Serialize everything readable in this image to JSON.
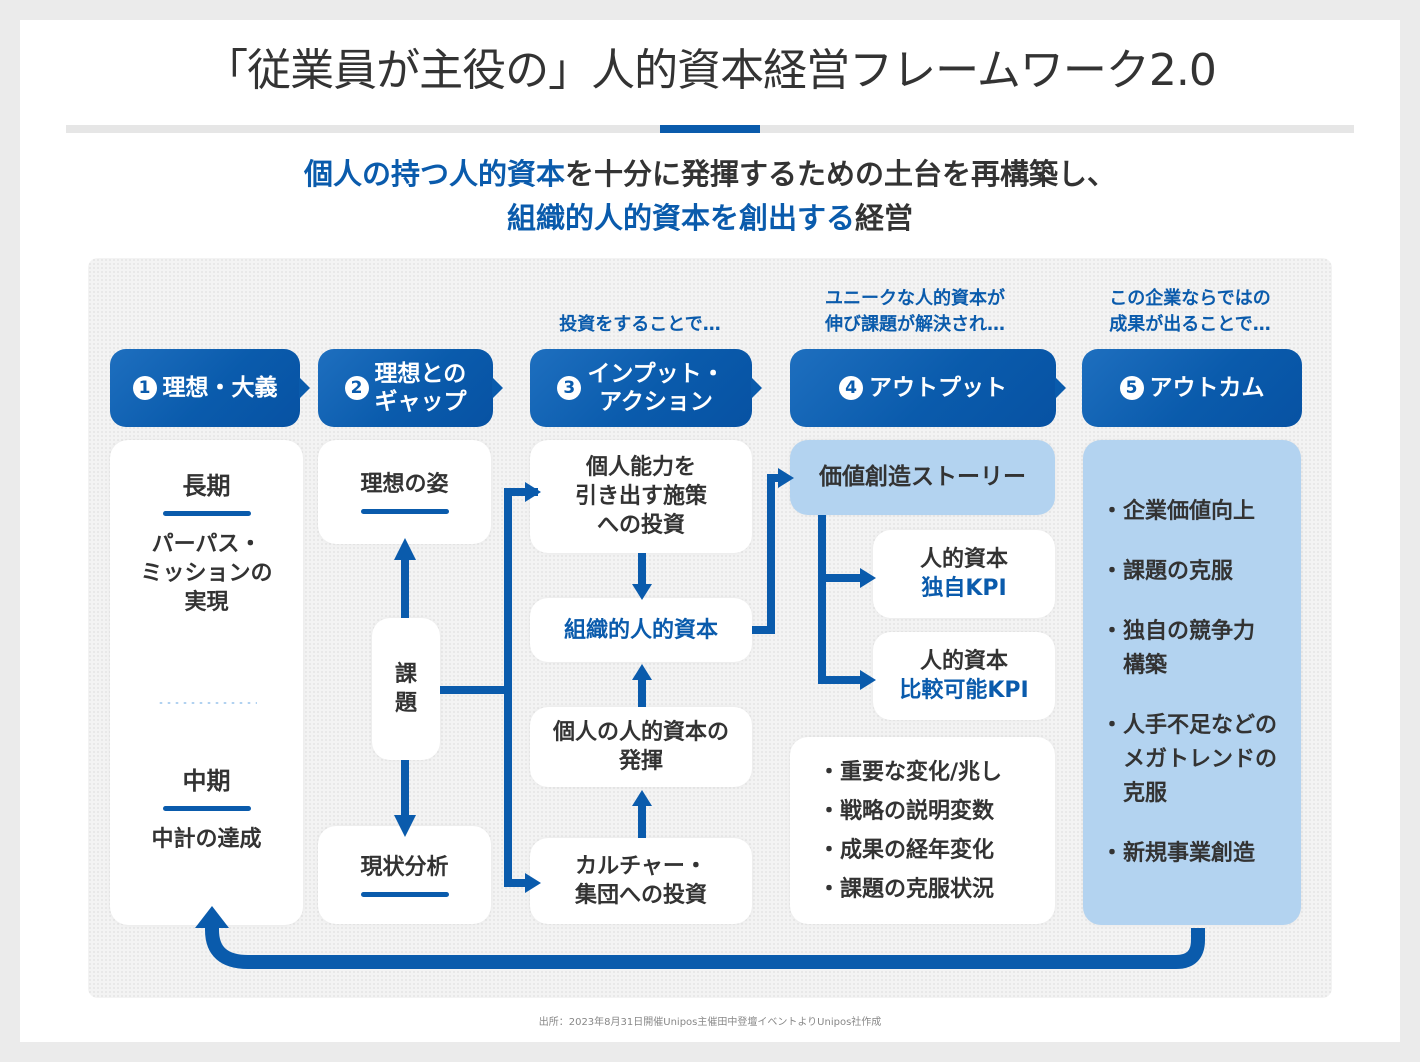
{
  "title": "「従業員が主役の」人的資本経営フレームワーク2.0",
  "subtitle": {
    "line1_highlight": "個人の持つ人的資本",
    "line1_rest": "を十分に発揮するための土台を再構築し、",
    "line2_highlight": "組織的人的資本を創出する",
    "line2_rest": "経営"
  },
  "leads": {
    "col3": "投資をすることで…",
    "col4": [
      "ユニークな人的資本が",
      "伸び課題が解決され…"
    ],
    "col5": [
      "この企業ならではの",
      "成果が出ることで…"
    ]
  },
  "headers": [
    {
      "num": "1",
      "label": [
        "理想・大義"
      ]
    },
    {
      "num": "2",
      "label": [
        "理想との",
        "ギャップ"
      ]
    },
    {
      "num": "3",
      "label": [
        "インプット・",
        "アクション"
      ]
    },
    {
      "num": "4",
      "label": [
        "アウトプット"
      ]
    },
    {
      "num": "5",
      "label": [
        "アウトカム"
      ]
    }
  ],
  "col1": {
    "long_term": {
      "heading": "長期",
      "text": [
        "パーパス・",
        "ミッションの",
        "実現"
      ]
    },
    "mid_term": {
      "heading": "中期",
      "text": "中計の達成"
    }
  },
  "col2": {
    "ideal": "理想の姿",
    "issue": [
      "課",
      "題"
    ],
    "current": "現状分析"
  },
  "col3": {
    "invest_individual": [
      "個人能力を",
      "引き出す施策",
      "への投資"
    ],
    "org_capital": "組織的人的資本",
    "individual_capital": [
      "個人の人的資本の",
      "発揮"
    ],
    "invest_culture": [
      "カルチャー・",
      "集団への投資"
    ]
  },
  "col4": {
    "story": "価値創造ストーリー",
    "kpi_unique": {
      "top": "人的資本",
      "bottom": "独自KPI"
    },
    "kpi_comparable": {
      "top": "人的資本",
      "bottom": "比較可能KPI"
    },
    "bullets": [
      "・重要な変化/兆し",
      "・戦略の説明変数",
      "・成果の経年変化",
      "・課題の克服状況"
    ]
  },
  "col5": {
    "bullets": [
      [
        "・企業価値向上"
      ],
      [
        "・課題の克服"
      ],
      [
        "・独自の競争力",
        "　構築"
      ],
      [
        "・人手不足などの",
        "　メガトレンドの",
        "　克服"
      ],
      [
        "・新規事業創造"
      ]
    ]
  },
  "source": "出所：2023年8月31日開催Unipos主催田中登壇イベントよりUnipos社作成",
  "colors": {
    "accent": "#0a5bac",
    "light_blue": "#b3d3f0",
    "text": "#333333"
  }
}
